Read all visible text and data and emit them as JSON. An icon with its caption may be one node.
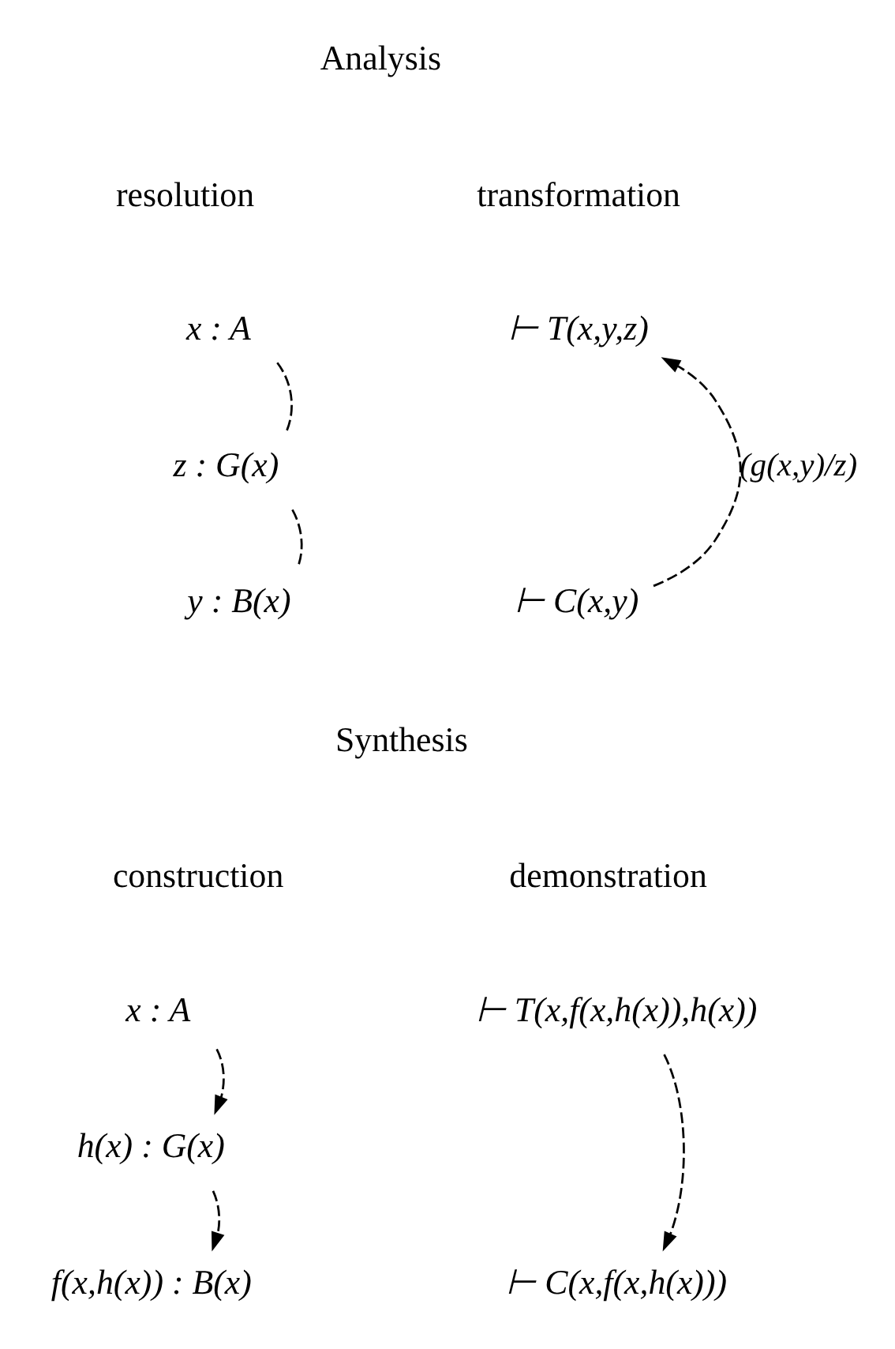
{
  "diagram": {
    "nodes": [
      {
        "text": [
          "x : A"
        ]
      },
      {
        "text": [
          "z : G(x)"
        ]
      },
      {
        "text": [
          "y : B(x)"
        ]
      },
      {
        "text": [
          "⊢ T(x,y,z)"
        ]
      },
      {
        "text": [
          "⊢ C(x,y)"
        ]
      },
      {
        "text": [
          "x : A"
        ]
      },
      {
        "text": [
          "h(x) : G(x)"
        ]
      },
      {
        "text": [
          "f(x,h(x)) : B(x)"
        ]
      },
      {
        "text": [
          "⊢ T(x,f(x,h(x)),h(x))"
        ]
      },
      {
        "text": [
          "⊢ C(x,f(x,h(x)))"
        ]
      }
    ],
    "edges": [
      {
        "from": 0,
        "to": 1,
        "arrow": "none",
        "style": "dashed"
      },
      {
        "from": 1,
        "to": 2,
        "arrow": "none",
        "style": "dashed"
      },
      {
        "from": 4,
        "to": 3,
        "arrow": "to",
        "style": "dashed",
        "label": "(g(x,y)/z)"
      },
      {
        "from": 5,
        "to": 6,
        "arrow": "to",
        "style": "dashed"
      },
      {
        "from": 6,
        "to": 7,
        "arrow": "to",
        "style": "dashed"
      },
      {
        "from": 8,
        "to": 9,
        "arrow": "to",
        "style": "dashed"
      }
    ],
    "labels": [
      "Analysis",
      "resolution",
      "transformation",
      "Synthesis",
      "construction",
      "demonstration"
    ]
  }
}
